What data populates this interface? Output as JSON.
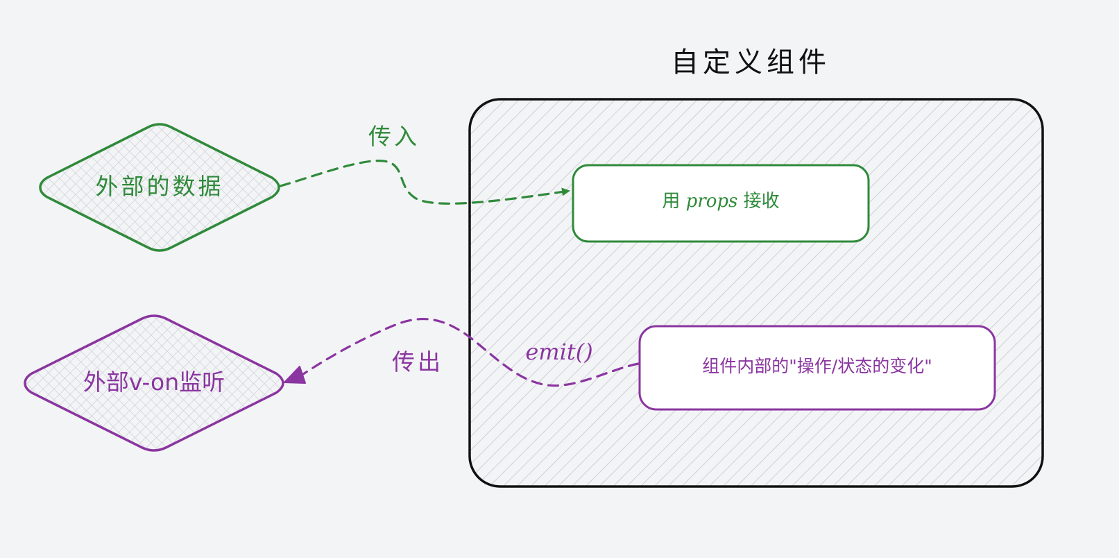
{
  "diagram": {
    "component_title": "自定义组件",
    "external_data": "外部的数据",
    "external_listener": "外部v-on监听",
    "pass_in_label": "传入",
    "pass_out_label": "传出",
    "emit_label": "emit()",
    "props_box": {
      "prefix": "用 ",
      "props": "props",
      "suffix": " 接收"
    },
    "inner_change": "组件内部的\"操作/状态的变化\""
  },
  "colors": {
    "background": "#f3f4f6",
    "green": "#2f8a3a",
    "purple": "#8a35a0",
    "black": "#111111",
    "hatch": "#c8ccd3",
    "white": "#ffffff"
  }
}
